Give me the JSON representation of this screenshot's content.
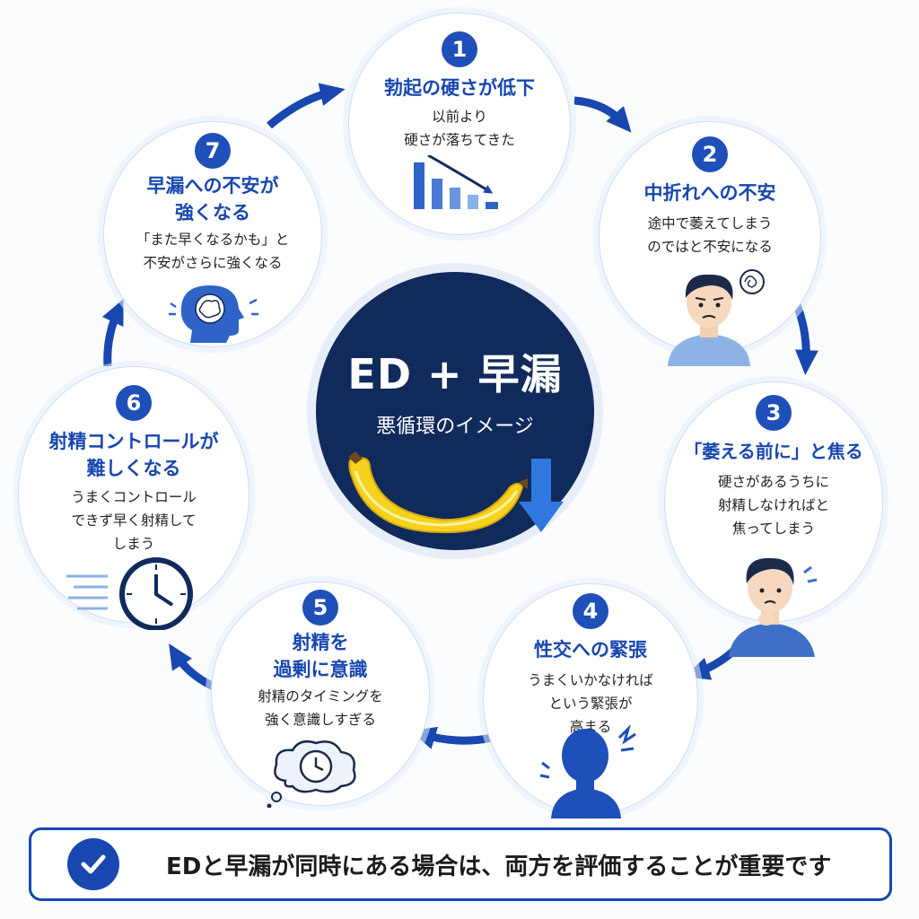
{
  "center": {
    "title": "ED + 早漏",
    "subtitle": "悪循環のイメージ"
  },
  "steps": [
    {
      "num": "1",
      "title": "勃起の硬さが低下",
      "desc": "以前より\n硬さが落ちてきた",
      "icon": "declining-bar-chart-icon"
    },
    {
      "num": "2",
      "title": "中折れへの不安",
      "desc": "途中で萎えてしまう\nのではと不安になる",
      "icon": "worried-man-icon"
    },
    {
      "num": "3",
      "title": "「萎える前に」と焦る",
      "desc": "硬さがあるうちに\n射精しなければと\n焦ってしまう",
      "icon": "anxious-man-icon"
    },
    {
      "num": "4",
      "title": "性交への緊張",
      "desc": "うまくいかなければ\nという緊張が\n高まる",
      "icon": "tense-head-icon"
    },
    {
      "num": "5",
      "title": "射精を\n過剰に意識",
      "desc": "射精のタイミングを\n強く意識しすぎる",
      "icon": "clock-thought-bubble-icon"
    },
    {
      "num": "6",
      "title": "射精コントロールが\n難しくなる",
      "desc": "うまくコントロール\nできず早く射精して\nしまう",
      "icon": "fast-clock-icon"
    },
    {
      "num": "7",
      "title": "早漏への不安が\n強くなる",
      "desc": "「また早くなるかも」と\n不安がさらに強くなる",
      "icon": "anxious-brain-head-icon"
    }
  ],
  "footer": {
    "text": "EDと早漏が同時にある場合は、両方を評価することが重要です"
  },
  "colors": {
    "accent": "#1847b0",
    "center_bg": "#102a5c"
  }
}
